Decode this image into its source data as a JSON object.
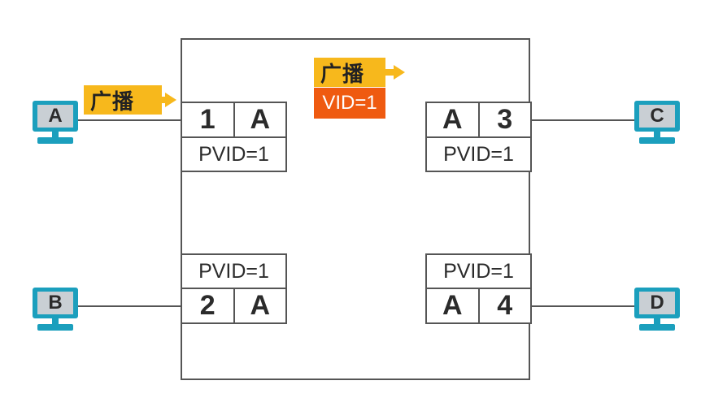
{
  "hosts": {
    "a": "A",
    "b": "B",
    "c": "C",
    "d": "D"
  },
  "ports": {
    "p1": {
      "number": "1",
      "vlan": "A",
      "pvid": "PVID=1"
    },
    "p2": {
      "number": "2",
      "vlan": "A",
      "pvid": "PVID=1"
    },
    "p3": {
      "number": "3",
      "vlan": "A",
      "pvid": "PVID=1"
    },
    "p4": {
      "number": "4",
      "vlan": "A",
      "pvid": "PVID=1"
    }
  },
  "frames": {
    "ingress_label": "广播",
    "inside_label": "广播",
    "inside_tag": "VID=1"
  },
  "colors": {
    "broadcast": "#f7b81c",
    "vid_tag": "#ef5a10",
    "host": "#1b9fbd",
    "line": "#555555"
  },
  "icons": {
    "host": "computer-monitor-icon",
    "direction": "right-arrow-icon"
  }
}
